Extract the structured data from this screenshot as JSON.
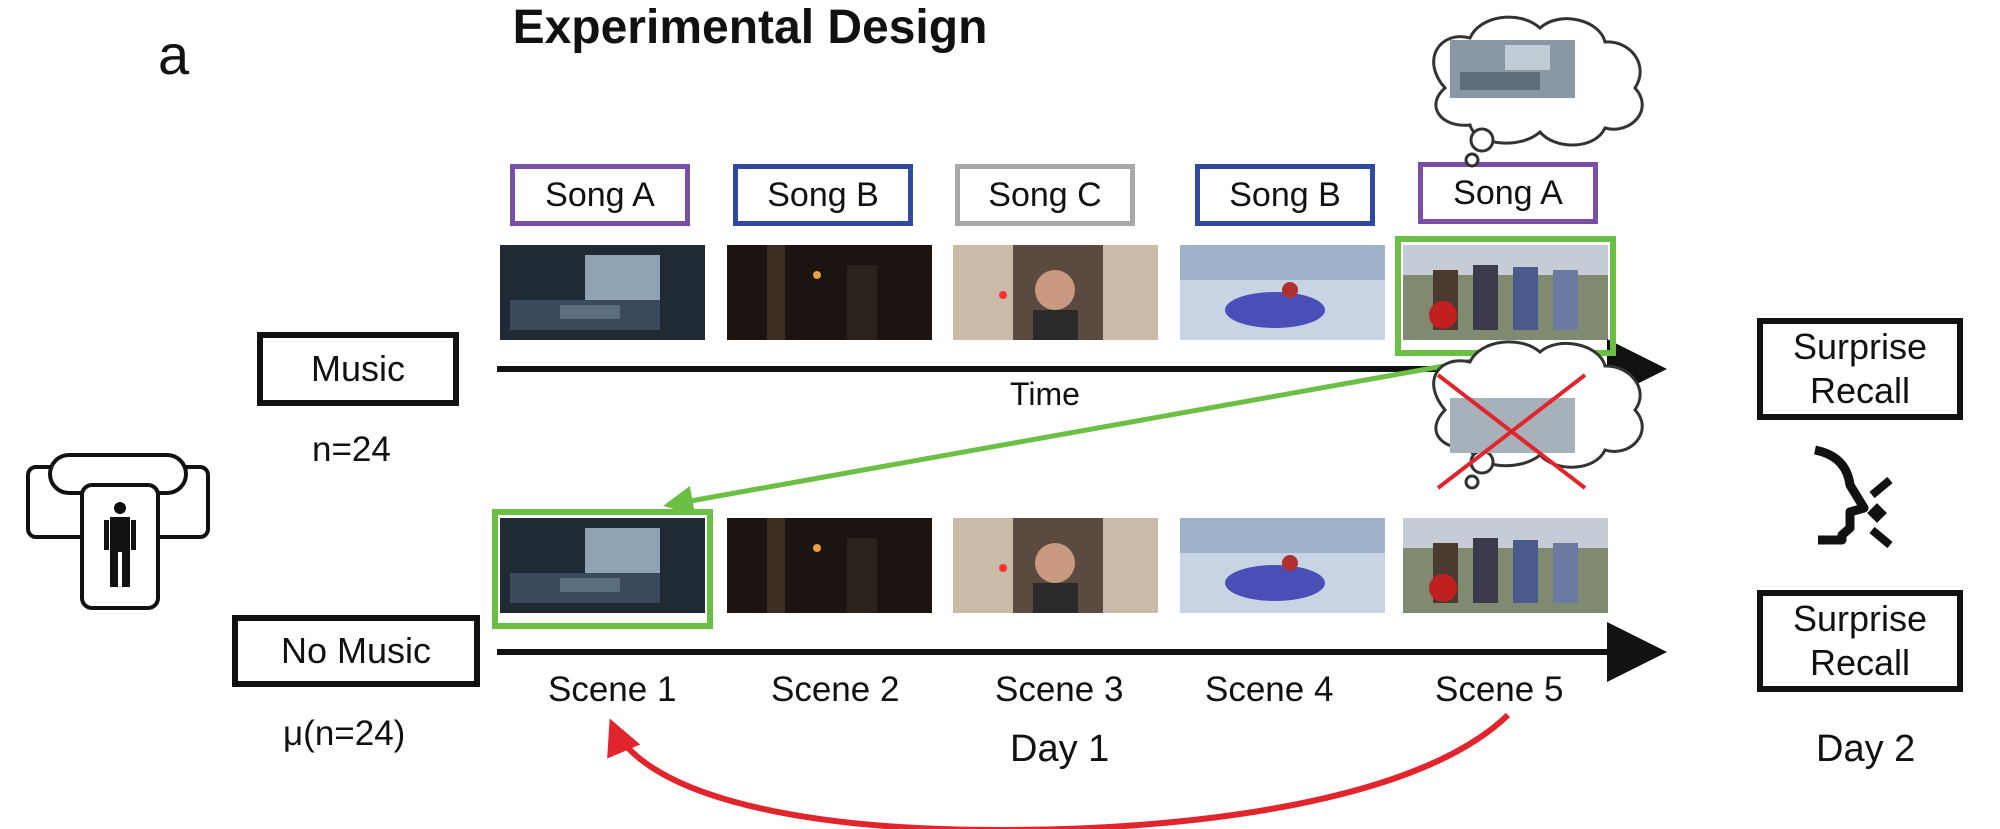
{
  "panel_letter": "a",
  "title": "Experimental Design",
  "songs": [
    {
      "label": "Song A",
      "color": "#7b4fa6"
    },
    {
      "label": "Song B",
      "color": "#2f4a9e"
    },
    {
      "label": "Song C",
      "color": "#a9a9a9"
    },
    {
      "label": "Song B",
      "color": "#2f4a9e"
    },
    {
      "label": "Song A",
      "color": "#7b4fa6"
    }
  ],
  "conditions": {
    "music": {
      "label": "Music",
      "n": "n=24"
    },
    "no_music": {
      "label": "No Music",
      "n": "μ(n=24)"
    }
  },
  "timeline_label": "Time",
  "scenes": [
    "Scene 1",
    "Scene 2",
    "Scene 3",
    "Scene 4",
    "Scene 5"
  ],
  "day1": "Day 1",
  "day2": "Day 2",
  "recall": {
    "line1": "Surprise",
    "line2": "Recall"
  },
  "colors": {
    "green": "#6cbf45",
    "red": "#e0262c",
    "axis": "#111111"
  },
  "icons": [
    "mri-scanner-icon",
    "thought-bubble-icon",
    "speaking-head-icon"
  ]
}
